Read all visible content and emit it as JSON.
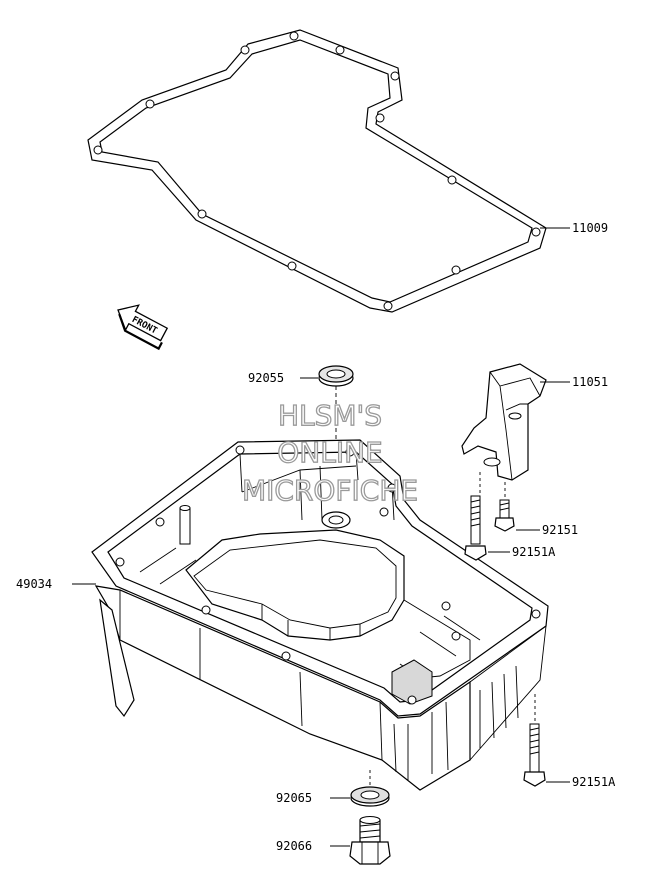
{
  "parts": {
    "gasket": "11009",
    "bracket": "11051",
    "oil_pan": "49034",
    "seal": "92055",
    "bolt_a": "92151",
    "bolt_b": "92151A",
    "bolt_c": "92151A",
    "washer": "92065",
    "drain_plug": "92066"
  },
  "front_arrow": "FRONT",
  "watermark": {
    "line1": "HLSM'S",
    "line2": "ONLINE",
    "line3": "MICROFICHE"
  }
}
